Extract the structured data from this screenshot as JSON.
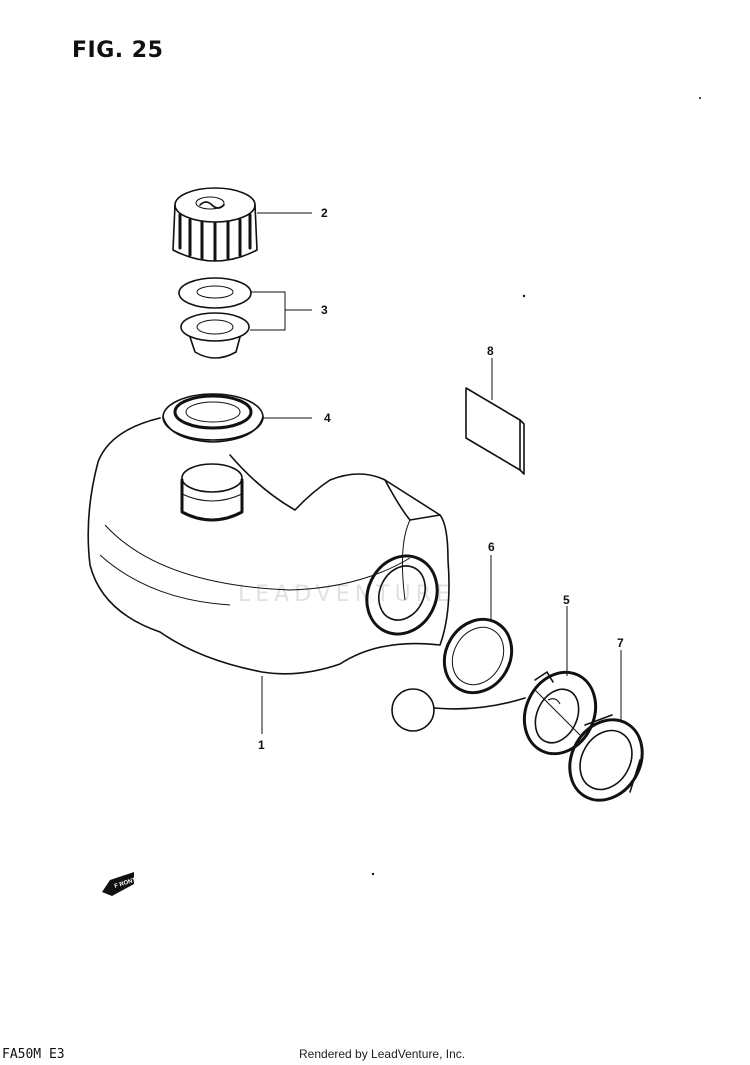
{
  "figure": {
    "title": "FIG. 25",
    "model_code": "FA50M E3",
    "rendered_by": "Rendered by LeadVenture, Inc.",
    "watermark": "LEADVENTURE"
  },
  "callouts": [
    {
      "number": "1"
    },
    {
      "number": "2"
    },
    {
      "number": "3"
    },
    {
      "number": "4"
    },
    {
      "number": "5"
    },
    {
      "number": "6"
    },
    {
      "number": "7"
    },
    {
      "number": "8"
    }
  ],
  "front_arrow": {
    "label": "F RONT"
  },
  "icons": {
    "front_arrow": "front-arrow-icon"
  }
}
